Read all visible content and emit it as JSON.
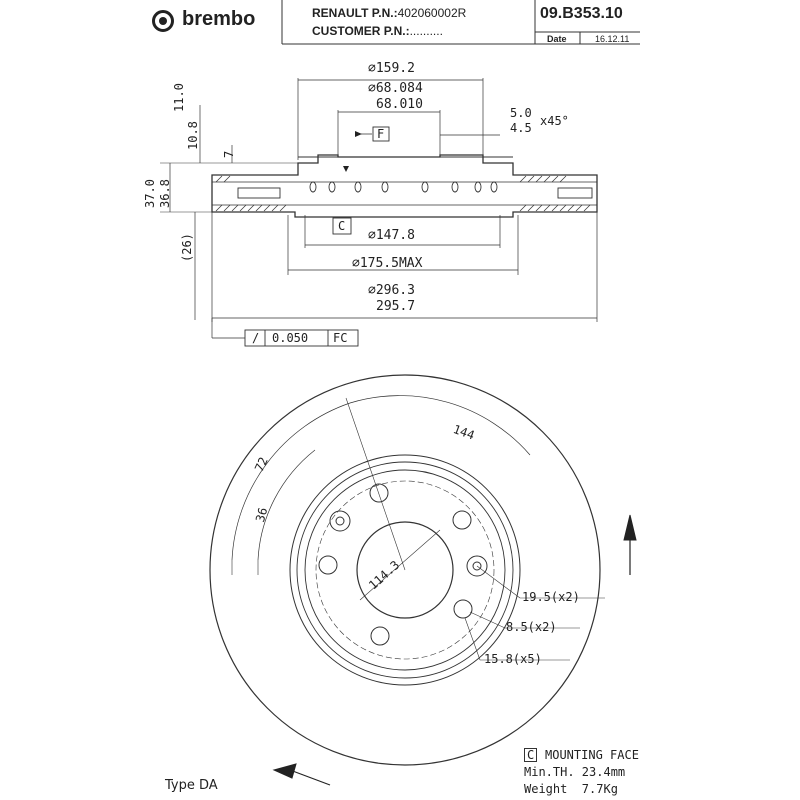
{
  "header": {
    "brand": "brembo",
    "oem_pn_label": "RENAULT P.N.:",
    "oem_pn_value": "402060002R",
    "customer_pn_label": "CUSTOMER P.N.:",
    "customer_pn_value": "..........",
    "part_number": "09.B353.10",
    "date_label": "Date",
    "date_value": "16.12.11"
  },
  "section_dims": {
    "d159": "159.2",
    "d68_max": "68.084",
    "d68_min": "68.010",
    "chamfer_a": "5.0",
    "chamfer_b": "4.5",
    "chamfer_angle": "x45°",
    "datum_f": "F",
    "h11": "11.0",
    "h10": "10.8",
    "h7": "7",
    "t37": "37.0",
    "t36": "36.8",
    "t26": "(26)",
    "datum_c": "C",
    "d147": "147.8",
    "d175": "175.5MAX",
    "d296": "296.3",
    "d295": "295.7",
    "tol_symbol": "/",
    "tol_value": "0.050",
    "tol_ref": "FC"
  },
  "front_dims": {
    "a144": "144",
    "a72": "72",
    "a36": "36",
    "pcd": "114.3",
    "hole1": "19.5(x2)",
    "hole2": "8.5(x2)",
    "hole3": "15.8(x5)"
  },
  "notes": {
    "type": "Type DA",
    "mounting_c": "C",
    "mounting_label": "MOUNTING FACE",
    "min_th": "Min.TH. 23.4mm",
    "weight": "Weight  7.7Kg"
  }
}
